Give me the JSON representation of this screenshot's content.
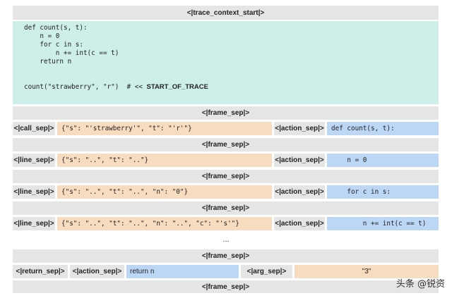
{
  "header": {
    "trace_context_start": "<|trace_context_start|>"
  },
  "code": {
    "lines": [
      "def count(s, t):",
      "    n = 0",
      "    for c in s:",
      "        n += int(c == t)",
      "    return n"
    ],
    "trace_call": "count(\"strawberry\", \"r\")  # << ",
    "trace_marker": "START_OF_TRACE"
  },
  "frame_sep": "<|frame_sep|>",
  "rows": [
    {
      "sep": "<|call_sep|>",
      "args": "{\"s\": \"'strawberry'\", \"t\": \"'r'\"}",
      "action_sep": "<|action_sep|>",
      "action": "def count(s, t):"
    },
    {
      "sep": "<|line_sep|>",
      "args": "{\"s\": \"..\", \"t\": \"..\"}",
      "action_sep": "<|action_sep|>",
      "action": "    n = 0"
    },
    {
      "sep": "<|line_sep|>",
      "args": "{\"s\": \"..\", \"t\": \"..\", \"n\": \"0\"}",
      "action_sep": "<|action_sep|>",
      "action": "    for c in s:"
    },
    {
      "sep": "<|line_sep|>",
      "args": "{\"s\": \"..\", \"t\": \"..\", \"n\": \"..\", \"c\": \"'s'\"}",
      "action_sep": "<|action_sep|>",
      "action": "        n += int(c == t)"
    }
  ],
  "ellipsis": "...",
  "return_row": {
    "return_sep": "<|return_sep|>",
    "action_sep": "<|action_sep|>",
    "action": "return n",
    "arg_sep": "<|arg_sep|>",
    "value": "\"3\""
  },
  "watermark": "头条 @锐资"
}
